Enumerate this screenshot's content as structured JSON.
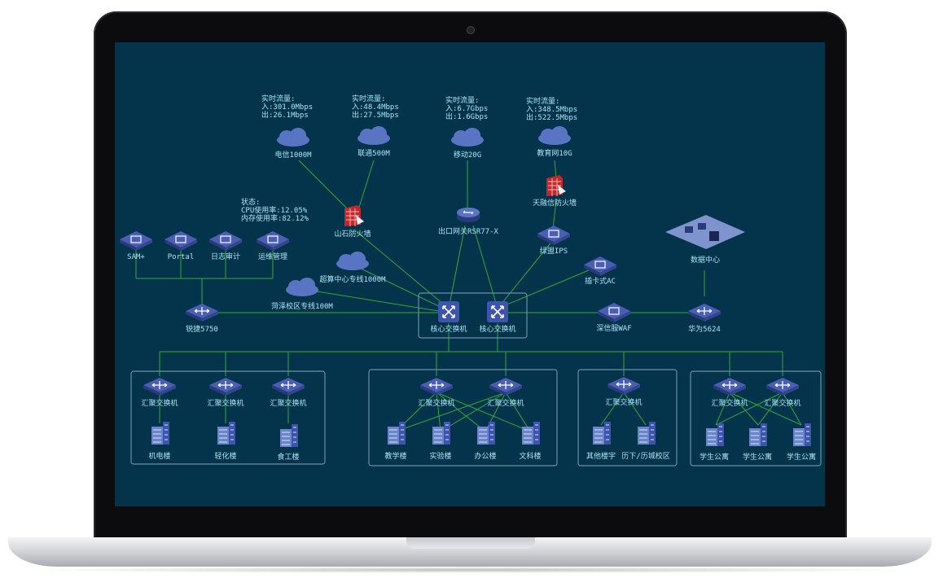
{
  "traffic": [
    {
      "title": "实时流量:",
      "in": "入:301.0Mbps",
      "out": "出:26.1Mbps"
    },
    {
      "title": "实时流量:",
      "in": "入:48.4Mbps",
      "out": "出:27.5Mbps"
    },
    {
      "title": "实时流量:",
      "in": "入:6.7Gbps",
      "out": "出:1.6Gbps"
    },
    {
      "title": "实时流量:",
      "in": "入:348.5Mbps",
      "out": "出:522.5Mbps"
    }
  ],
  "isp": [
    "电信1000M",
    "联通500M",
    "移动20G",
    "教育网10G"
  ],
  "status": {
    "title": "状态:",
    "cpu": "CPU使用率:12.05%",
    "mem": "内存使用率:82.12%"
  },
  "devices": {
    "fw_left": "山石防火墙",
    "gateway": "出口网关RSR77-X",
    "fw_right": "天融信防火墙",
    "ips": "绿盟IPS",
    "ac": "插卡式AC",
    "datacenter": "数据中心",
    "huawei": "华为5624",
    "waf": "深信服WAF",
    "core1": "核心交换机",
    "core2": "核心交换机",
    "ruijie": "锐捷5750",
    "cloud_sc": "超算中心专线1000M",
    "cloud_hz": "菏泽校区专线100M"
  },
  "mgmt": [
    "SAM+",
    "Portal",
    "日志审计",
    "运维管理"
  ],
  "groups": [
    {
      "switches": [
        "汇聚交换机",
        "汇聚交换机",
        "汇聚交换机"
      ],
      "buildings": [
        "机电楼",
        "轻化楼",
        "食工楼"
      ]
    },
    {
      "switches": [
        "汇聚交换机",
        "汇聚交换机"
      ],
      "buildings": [
        "教学楼",
        "实验楼",
        "办公楼",
        "文科楼"
      ]
    },
    {
      "switches": [
        "汇聚交换机"
      ],
      "buildings": [
        "其他楼宇",
        "历下/历城校区"
      ]
    },
    {
      "switches": [
        "汇聚交换机",
        "汇聚交换机"
      ],
      "buildings": [
        "学生公寓",
        "学生公寓",
        "学生公寓"
      ]
    }
  ],
  "colors": {
    "screen_bg": "#04344c",
    "link": "#2faa3a",
    "label": "#a9e4f5",
    "device": "#3a4a9c",
    "firewall": "#c0292b"
  }
}
